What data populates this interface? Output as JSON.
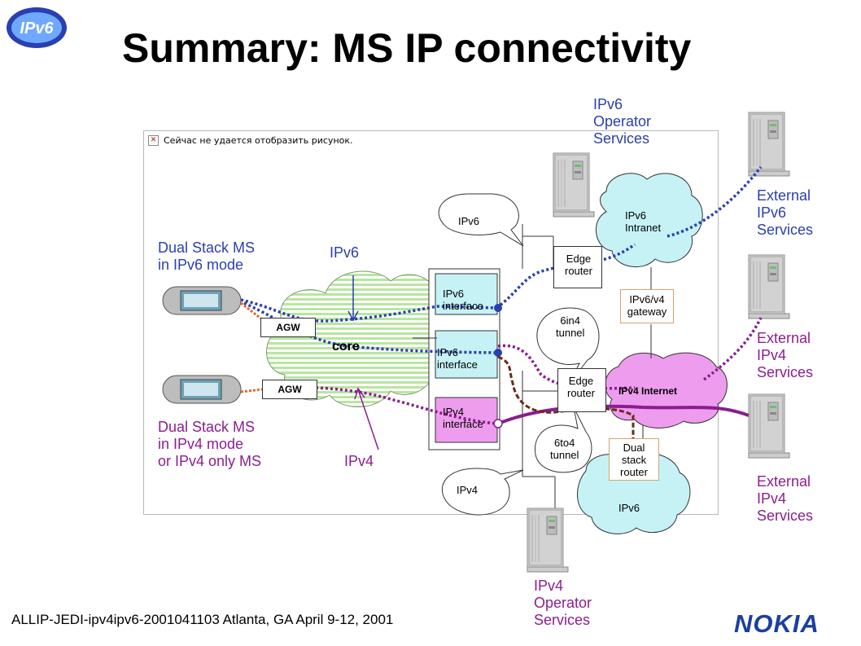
{
  "title": "Summary: MS IP connectivity",
  "logo_text": "IPv6",
  "broken_image_text": "Сейчас не удается отобразить рисунок.",
  "labels": {
    "ipv6_operator_services": [
      "IPv6",
      "Operator",
      "Services"
    ],
    "ipv4_operator_services": [
      "IPv4",
      "Operator",
      "Services"
    ],
    "external_ipv6_services": [
      "External",
      "IPv6",
      "Services"
    ],
    "external_ipv4_services_1": [
      "External",
      "IPv4",
      "Services"
    ],
    "external_ipv4_services_2": [
      "External",
      "IPv4",
      "Services"
    ],
    "dual_stack_v6": [
      "Dual Stack MS",
      "in IPv6 mode"
    ],
    "dual_stack_v4": [
      "Dual Stack MS",
      "in IPv4 mode",
      "or IPv4 only MS"
    ],
    "ipv6_arrow_label": "IPv6",
    "ipv4_arrow_label": "IPv4",
    "core": "core",
    "agw_top": "AGW",
    "agw_bottom": "AGW",
    "ipv6_bubble": "IPv6",
    "ipv4_bubble": "IPv4",
    "tunnel_6in4": [
      "6in4",
      "tunnel"
    ],
    "tunnel_6to4": [
      "6to4",
      "tunnel"
    ],
    "ipv6_interface_1": [
      "IPv6",
      "interface"
    ],
    "ipv6_interface_2": [
      "IPv6",
      "interface"
    ],
    "ipv4_interface": [
      "IPv4",
      "interface"
    ],
    "edge_router_top": [
      "Edge",
      "router"
    ],
    "edge_router_bottom": [
      "Edge",
      "router"
    ],
    "ipv6_intranet": [
      "IPv6",
      "Intranet"
    ],
    "gateway": [
      "IPv6/v4",
      "gateway"
    ],
    "ipv4_internet": "IPv4 Internet",
    "dual_stack_router": [
      "Dual",
      "stack",
      "router"
    ],
    "ipv6_cloud": "IPv6"
  },
  "colors": {
    "ipv6_link": "#2a3fb0",
    "ipv4_link": "#8a1e8e",
    "ipv6_cloud": "#c6f2f5",
    "ipv4_cloud": "#ee9cee",
    "interface_v6": "#c6f2f5",
    "interface_v4": "#ee9cee",
    "core_stripes": "#b8e6a0",
    "access_link": "#e06a2a",
    "tan": "#d8a26b",
    "nokia_blue": "#1b3fa0"
  },
  "footer": "ALLIP-JEDI-ipv4ipv6-2001041103 Atlanta, GA April 9-12, 2001",
  "brand": "NOKIA"
}
